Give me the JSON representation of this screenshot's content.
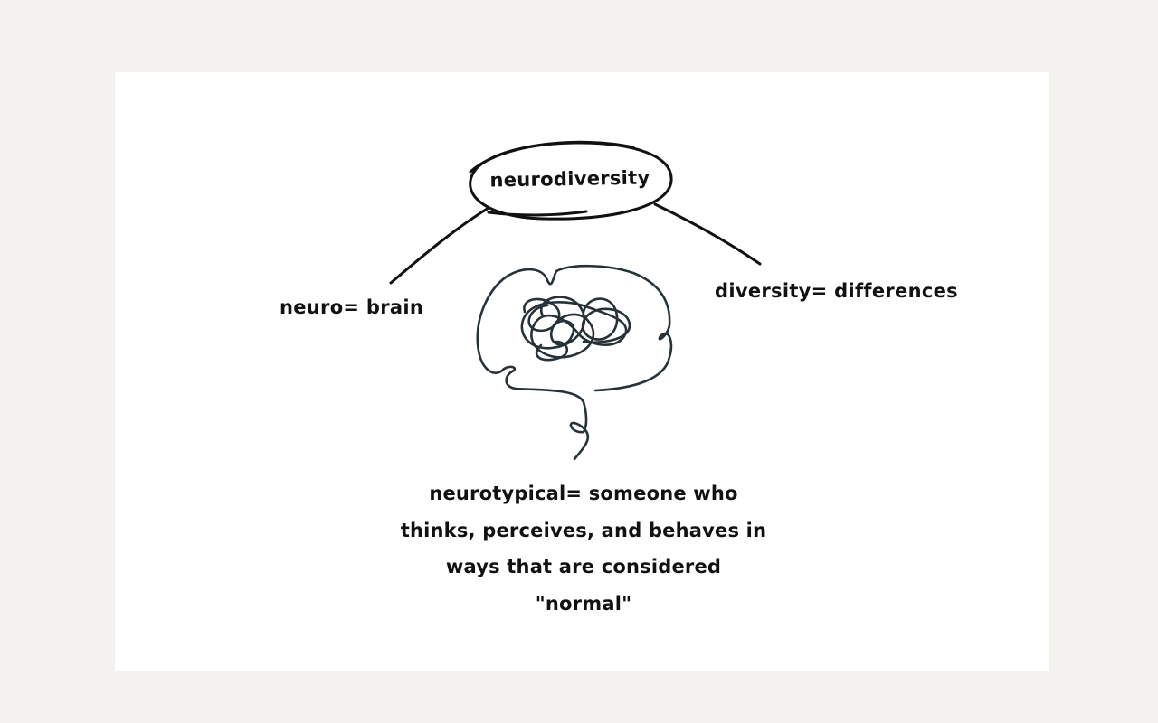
{
  "diagram": {
    "center_label": "neurodiversity",
    "left_label": "neuro= brain",
    "right_label": "diversity= differences",
    "definition_lines": [
      "neurotypical= someone who",
      "thinks, perceives, and behaves in",
      "ways that are considered",
      "\"normal\""
    ],
    "ink_color": "#111111",
    "scribble_color": "#263238",
    "background_color": "#f4f2ee",
    "canvas_color": "#ffffff"
  }
}
